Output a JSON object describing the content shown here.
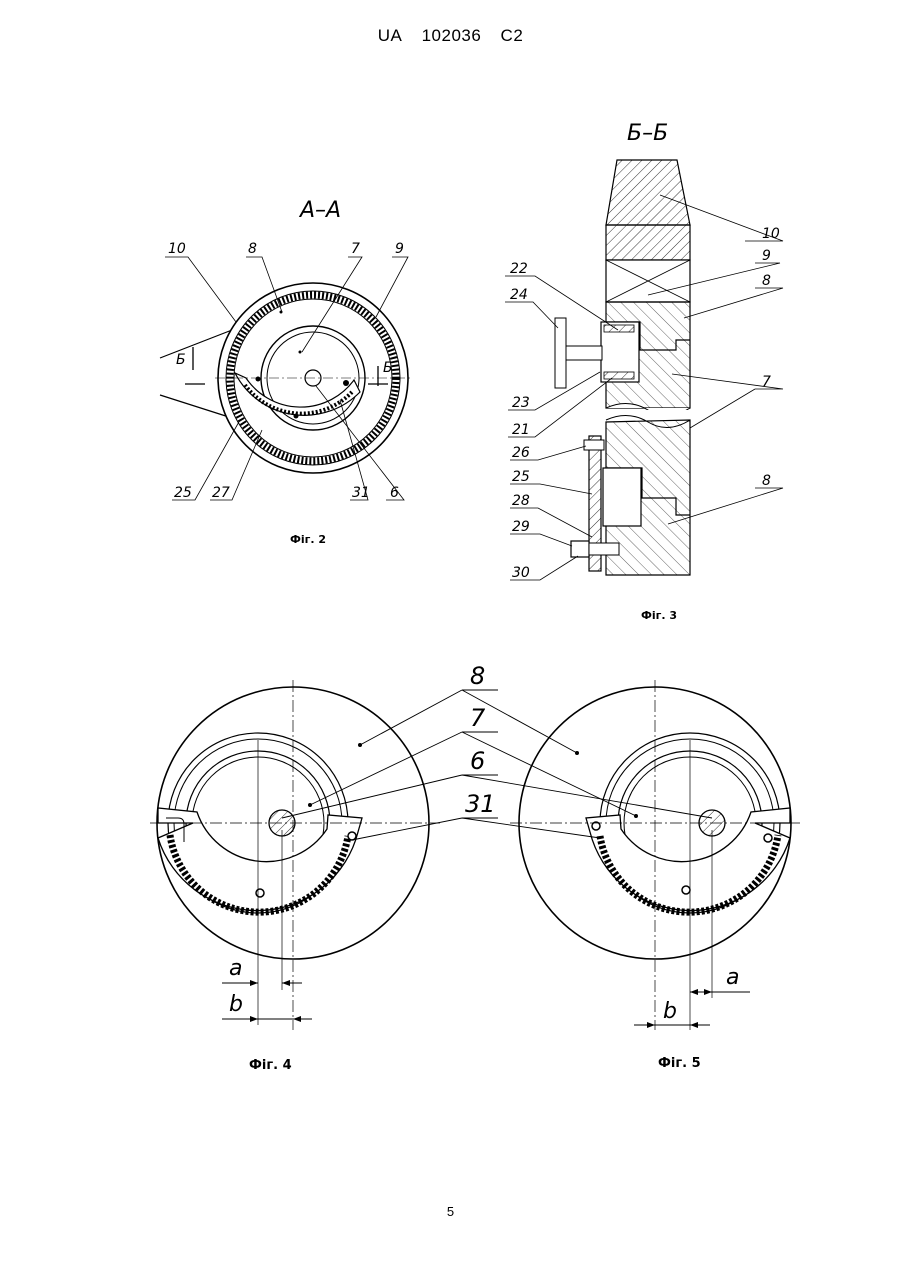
{
  "header": {
    "country": "UA",
    "number": "102036",
    "kind": "C2"
  },
  "page_number": "5",
  "fig2": {
    "section": "А–А",
    "caption": "Фіг. 2",
    "cut_mark": "Б",
    "labels": [
      "10",
      "8",
      "7",
      "9",
      "25",
      "27",
      "31",
      "6"
    ]
  },
  "fig3": {
    "section": "Б–Б",
    "caption": "Фіг. 3",
    "labels": [
      "10",
      "9",
      "8",
      "22",
      "24",
      "7",
      "23",
      "21",
      "26",
      "25",
      "8",
      "28",
      "29",
      "30"
    ]
  },
  "fig45": {
    "labels": [
      "8",
      "7",
      "6",
      "31"
    ],
    "dim_a": "a",
    "dim_b": "b",
    "caption4": "Фіг. 4",
    "caption5": "Фіг. 5"
  }
}
